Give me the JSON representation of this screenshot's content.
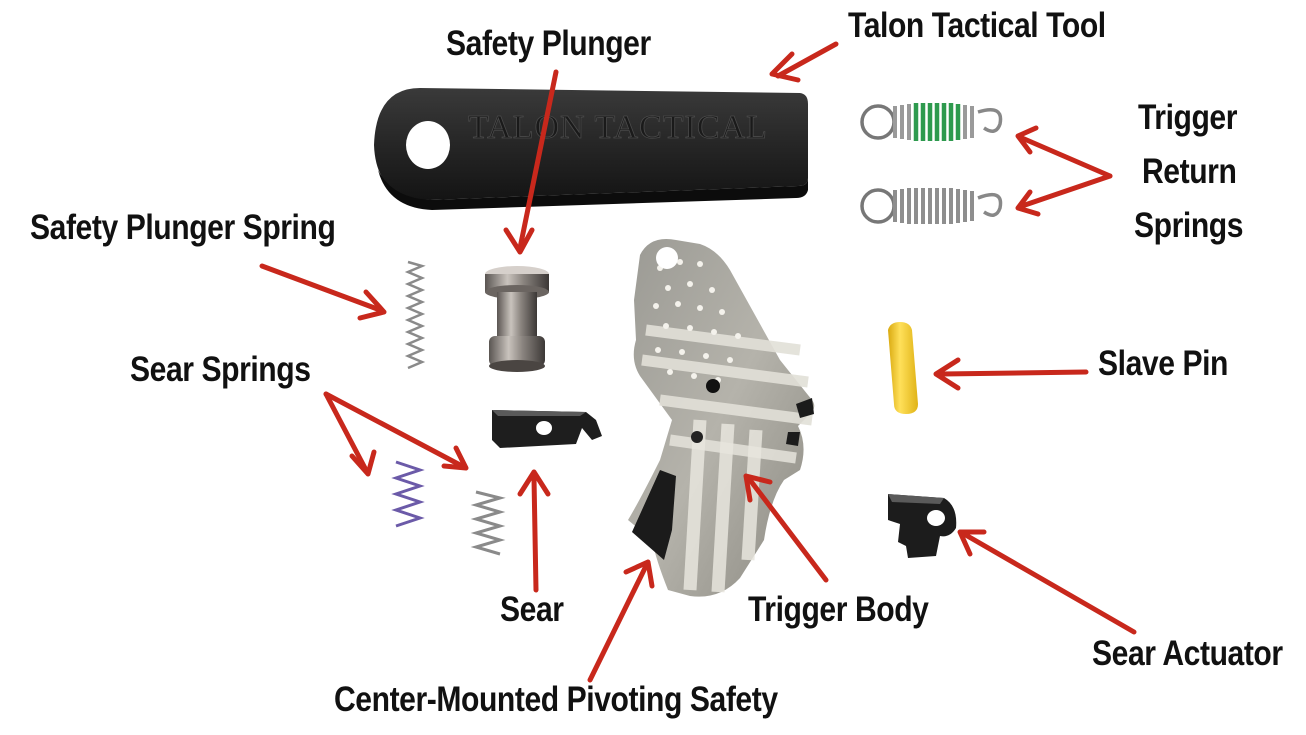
{
  "labels": {
    "talon_tool": "Talon Tactical Tool",
    "safety_plunger": "Safety Plunger",
    "trigger_return_1": "Trigger",
    "trigger_return_2": "Return",
    "trigger_return_3": "Springs",
    "safety_plunger_spring": "Safety Plunger Spring",
    "sear_springs": "Sear Springs",
    "slave_pin": "Slave Pin",
    "sear": "Sear",
    "trigger_body": "Trigger Body",
    "sear_actuator": "Sear Actuator",
    "center_safety": "Center-Mounted Pivoting Safety"
  },
  "tool_engraving": "TALON TACTICAL",
  "colors": {
    "arrow": "#c8281c",
    "text": "#111111",
    "tool": "#2b2b2b",
    "spring_green": "#2e9a4e",
    "spring_purple": "#6b5aa8",
    "slave_pin": "#f2c91c",
    "trigger_gray": "#8c8c86"
  }
}
